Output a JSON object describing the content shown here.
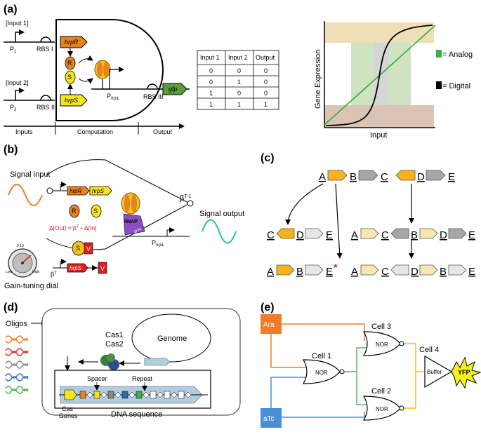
{
  "panel_a": {
    "label": "(a)",
    "input1": "[Input 1]",
    "input2": "[Input 2]",
    "p1": "P",
    "p1_sub": "1",
    "p2": "P",
    "p2_sub": "2",
    "rbs1": "RBS I",
    "rbs2": "RBS II",
    "rbs3": "RBS III",
    "hrpR": "hrpR",
    "hrpS": "hrpS",
    "r": "R",
    "s": "S",
    "phrpl": "P",
    "phrpl_sub": "hrpL",
    "gfp": "gfp",
    "stage_inputs": "Inputs",
    "stage_computation": "Computation",
    "stage_output": "Output",
    "truth_table": {
      "headers": [
        "Input 1",
        "Input 2",
        "Output"
      ],
      "rows": [
        [
          "0",
          "0",
          "0"
        ],
        [
          "0",
          "1",
          "0"
        ],
        [
          "1",
          "0",
          "0"
        ],
        [
          "1",
          "1",
          "1"
        ]
      ]
    },
    "chart_ylabel": "Gene Expression",
    "chart_xlabel": "Input",
    "legend_analog": "= Analog",
    "legend_digital": "= Digital",
    "colors": {
      "hrpR": "#e8821e",
      "hrpS": "#f5e51c",
      "gfp": "#5a9c3a",
      "band_top": "#eedfb8",
      "band_bottom": "#dcc4b4",
      "analog": "#3fae49"
    }
  },
  "panel_b": {
    "label": "(b)",
    "signal_input": "Signal input",
    "signal_output": "Signal output",
    "gain_dial": "Gain-tuning dial",
    "hrpR": "hrpR",
    "hrpS": "hrpS",
    "hrpS2": "hrpS",
    "r": "R",
    "s": "S",
    "s2": "S",
    "v": "V",
    "v2": "V",
    "formula": "Δ[Out] = β",
    "formula_sup": "T",
    "formula_rest": " • Δ[In]",
    "rnap": "RNAP",
    "sigma": "σ",
    "sigma_sup": "54",
    "phrpl": "P",
    "phrpl_sub": "hrpL",
    "beta_out": "β",
    "beta_out_sup": "T",
    "beta_out_rest": "-1",
    "beta_in": "β",
    "beta_in_sup": "T",
    "dial_low": "Low",
    "dial_high": "High",
    "dial_top": "9 10"
  },
  "panel_c": {
    "label": "(c)",
    "rows": [
      [
        "A",
        "B",
        "C",
        "D",
        "E"
      ],
      [
        "C",
        "D",
        "E",
        "A",
        "C",
        "B",
        "D",
        "E"
      ],
      [
        "A",
        "B",
        "E",
        "A",
        "C",
        "D",
        "B",
        "E"
      ]
    ],
    "star": "*"
  },
  "panel_d": {
    "label": "(d)",
    "oligos": "Oligos",
    "cas1": "Cas1",
    "cas2": "Cas2",
    "genome": "Genome",
    "spacer": "Spacer",
    "repeat": "Repeat",
    "cas_genes_1": "Cas",
    "cas_genes_2": "Genes",
    "dna_sequence": "DNA sequence"
  },
  "panel_e": {
    "label": "(e)",
    "ara": "Ara",
    "atc": "aTc",
    "cell1": "Cell 1",
    "cell2": "Cell 2",
    "cell3": "Cell 3",
    "cell4": "Cell 4",
    "nor": "NOR",
    "buffer": "Buffer",
    "yfp": "YFP",
    "colors": {
      "ara": "#ef7c2b",
      "atc": "#4a90d9",
      "green": "#5cb85c",
      "yellow": "#f0c020"
    }
  }
}
